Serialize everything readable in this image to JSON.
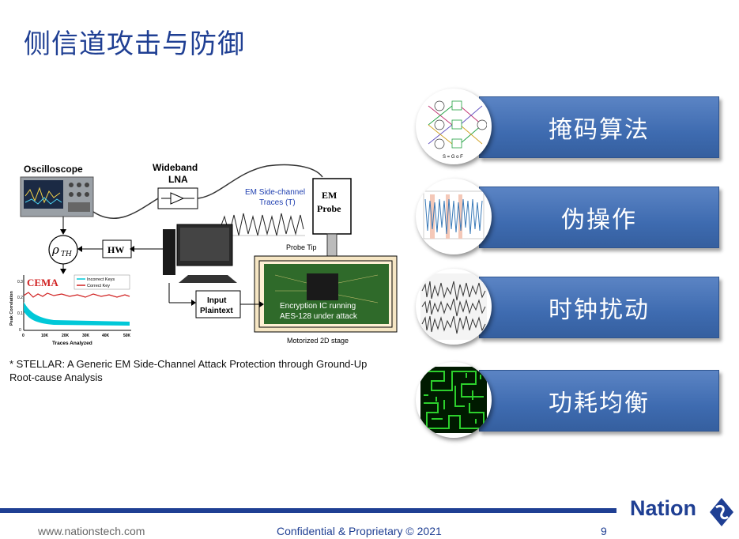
{
  "slide": {
    "title": "侧信道攻击与防御",
    "footnote": "* STELLAR: A Generic EM Side-Channel Attack Protection through Ground-Up Root-cause Analysis"
  },
  "diagram": {
    "oscilloscope": "Oscilloscope",
    "lna_line1": "Wideband",
    "lna_line2": "LNA",
    "em_traces_line1": "EM Side-channel",
    "em_traces_line2": "Traces (T)",
    "em_probe_line1": "EM",
    "em_probe_line2": "Probe",
    "probe_tip": "Probe Tip",
    "rho": "ρ",
    "rho_sub": "TH",
    "hw": "HW",
    "input_line1": "Input",
    "input_line2": "Plaintext",
    "chip_line1": "Encryption IC running",
    "chip_line2": "AES-128 under attack",
    "stage": "Motorized 2D stage",
    "cema": "CEMA",
    "legend_incorrect": "Incorrect Keys",
    "legend_correct": "Correct Key",
    "y_axis": "Peak Correlation",
    "x_axis": "Traces Analyzed",
    "y_ticks": [
      "0.3",
      "0.2",
      "0.1",
      "0"
    ],
    "x_ticks": [
      "0",
      "10K",
      "20K",
      "30K",
      "40K",
      "50K"
    ],
    "nn_caption": "S = G o F"
  },
  "defenses": [
    {
      "label": "掩码算法",
      "icon": "network-diagram-icon"
    },
    {
      "label": "伪操作",
      "icon": "trace-plot-icon"
    },
    {
      "label": "时钟扰动",
      "icon": "waveform-icon"
    },
    {
      "label": "功耗均衡",
      "icon": "maze-icon"
    }
  ],
  "footer": {
    "logo": "Nation",
    "url": "www.nationstech.com",
    "confidential": "Confidential & Proprietary © 2021",
    "page": "9"
  },
  "colors": {
    "title": "#1f3f93",
    "bar": "#4472b8",
    "incorrect": "#00c8d8",
    "correct": "#d02020"
  }
}
